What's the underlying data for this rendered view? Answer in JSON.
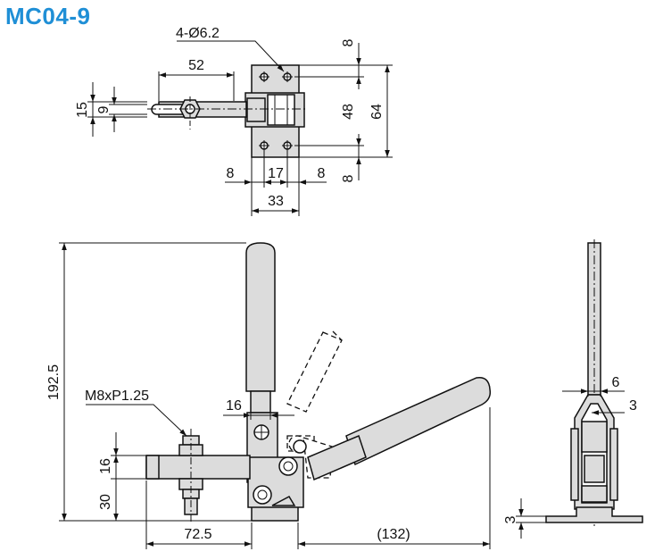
{
  "title": "MC04-9",
  "accent_color": "#1f8fd6",
  "top_view": {
    "hole_callout": "4-Ø6.2",
    "dim_handle_reach": "52",
    "dim_slot_outer": "15",
    "dim_slot_inner": "9",
    "dim_top_margin": "8",
    "dim_hole_pitch_v": "48",
    "dim_base_length": "64",
    "dim_bottom_margin": "8",
    "dim_left_margin": "8",
    "dim_hole_pitch_h": "17",
    "dim_right_margin": "8",
    "dim_base_width": "33"
  },
  "front_view": {
    "dim_total_height": "192.5",
    "thread_callout": "M8xP1.25",
    "dim_lever_width": "16",
    "dim_arm_thickness": "16",
    "dim_arm_height": "30",
    "dim_arm_reach": "72.5",
    "dim_open_reach": "(132)"
  },
  "side_view": {
    "dim_handle_thickness": "6",
    "dim_inner_plate": "3",
    "dim_base_thickness": "3"
  }
}
